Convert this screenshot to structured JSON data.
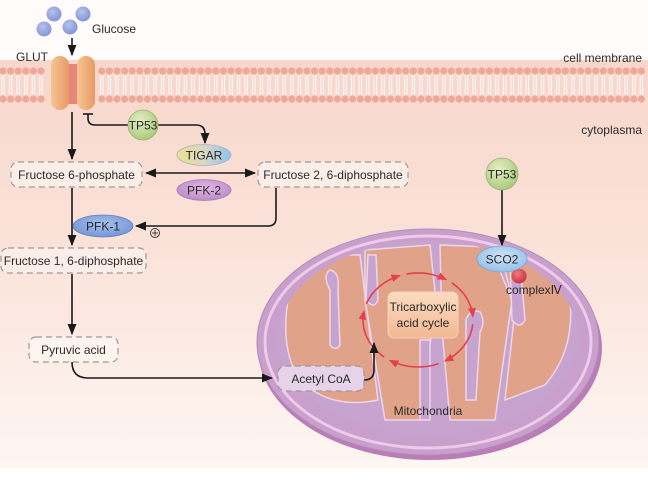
{
  "title": "TP53 regulation of glucose metabolism",
  "labels": {
    "glucose": "Glucose",
    "glut": "GLUT",
    "cell_membrane": "cell membrane",
    "cytoplasma": "cytoplasma",
    "mitochondria": "Mitochondria",
    "complex_iv": "complexⅣ",
    "plus": "+"
  },
  "proteins": {
    "tp53_left": "TP53",
    "tp53_right": "TP53",
    "tigar": "TIGAR",
    "pfk2": "PFK-2",
    "pfk1": "PFK-1",
    "sco2": "SCO2"
  },
  "metabolites": {
    "f6p": "Fructose 6-phosphate",
    "f26bp": "Fructose 2, 6-diphosphate",
    "f16bp": "Fructose 1, 6-diphosphate",
    "pyruvic": "Pyruvic acid",
    "acetyl_coa": "Acetyl CoA"
  },
  "tca": {
    "line1": "Tricarboxylic",
    "line2": "acid cycle"
  },
  "colors": {
    "cytoplasm_top": "#f8cfc2",
    "cytoplasm_bottom": "#fdf3ee",
    "membrane_bead": "#efa897",
    "glut": "#f0b27d",
    "glut_channel": "#e9857a",
    "tp53": "#c7dd9c",
    "tigar_a": "#eadf8f",
    "tigar_b": "#9cc8ec",
    "pfk2": "#c99ad0",
    "pfk1": "#7fa2dc",
    "sco2": "#a9cdee",
    "complex_iv": "#e0454f",
    "mito_outer": "#c9a0cc",
    "mito_matrix": "#e3a489",
    "tca_box": "#f7c6a3",
    "tca_cycle": "#e5404b"
  }
}
